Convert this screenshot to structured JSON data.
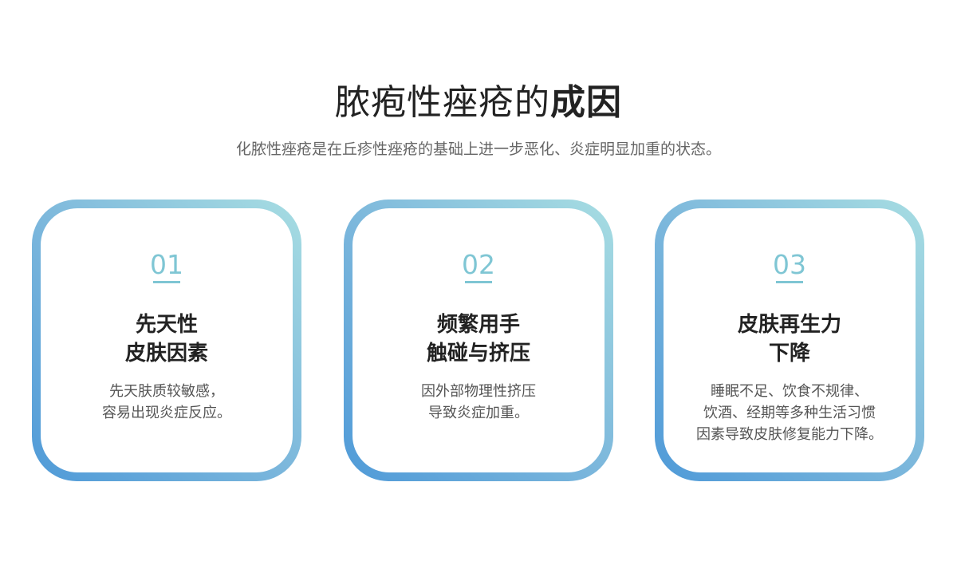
{
  "heading": {
    "regular": "脓疱性痤疮的",
    "bold": "成因"
  },
  "subtitle": "化脓性痤疮是在丘疹性痤疮的基础上进一步恶化、炎症明显加重的状态。",
  "cards": [
    {
      "number": "01",
      "title_lines": [
        "先天性",
        "皮肤因素"
      ],
      "desc_lines": [
        "先天肤质较敏感，",
        "容易出现炎症反应。"
      ]
    },
    {
      "number": "02",
      "title_lines": [
        "频繁用手",
        "触碰与挤压"
      ],
      "desc_lines": [
        "因外部物理性挤压",
        "导致炎症加重。"
      ]
    },
    {
      "number": "03",
      "title_lines": [
        "皮肤再生力",
        "下降"
      ],
      "desc_lines": [
        "睡眠不足、饮食不规律、",
        "饮酒、经期等多种生活习惯",
        "因素导致皮肤修复能力下降。"
      ]
    }
  ],
  "colors": {
    "accent": "#7fc6d4",
    "border_start": "#4f9ad8",
    "border_end": "#a7dde2"
  }
}
